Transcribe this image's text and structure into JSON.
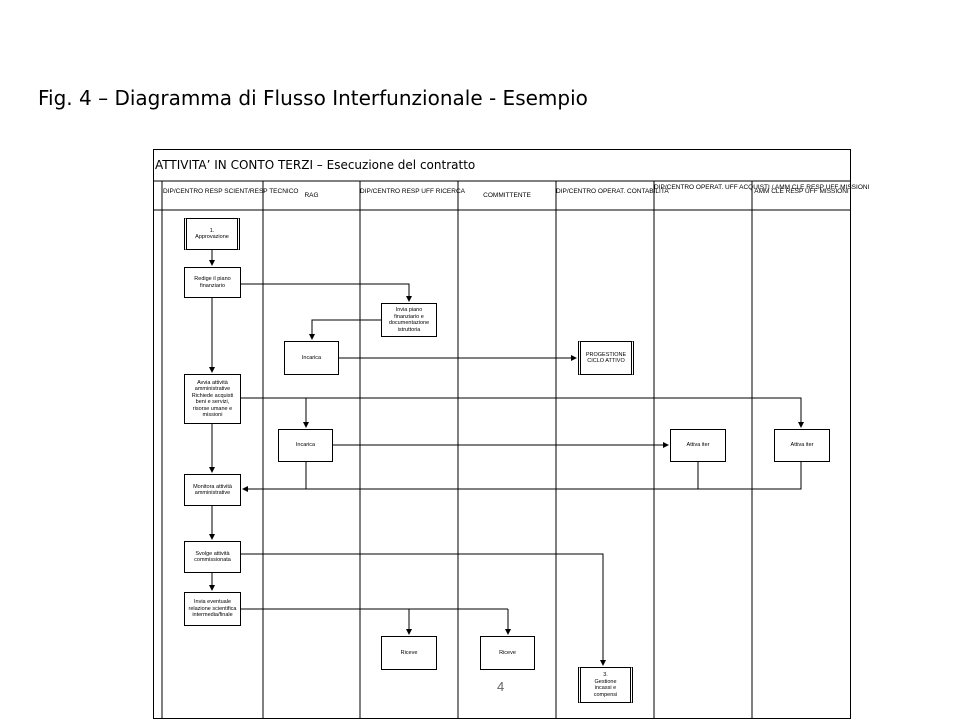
{
  "slide": {
    "title": "Fig. 4 – Diagramma di Flusso Interfunzionale - Esempio",
    "page_number": "4"
  },
  "diagram": {
    "title": "ATTIVITA’ IN CONTO TERZI – Esecuzione del contratto",
    "lanes": [
      "DIP/CENTRO\nRESP SCIENT/RESP TECNICO",
      "RAG",
      "DIP/CENTRO\nRESP UFF RICERCA",
      "COMMITTENTE",
      "DIP/CENTRO\nOPERAT. CONTABILITA’",
      "DIP/CENTRO OPERAT. UFF\nACQUISTI / AMM CLE\nRESP UFF MISSIONI",
      "AMM CLE\nRESP UFF MISSIONI"
    ],
    "nodes": {
      "approvazione": "1.\nApprovazione",
      "redige_piano": "Redige il piano\nfinanziario",
      "invia_piano": "Invia piano\nfinanziario e\ndocumentazione\nistruttoria",
      "incarica_1": "Incarica",
      "progestione": "PROGESTIONE\nCICLO ATTIVO",
      "avvia_attivita": "Avvia attività\namministrative\nRichiede acquisti\nbeni e servizi,\nrisorse umane e\nmissioni",
      "incarica_2": "Incarica",
      "attiva_iter_1": "Attiva iter",
      "attiva_iter_2": "Attiva iter",
      "monitora": "Monitora attività\namministrative",
      "svolge": "Svolge attività\ncommissionata",
      "invia_relazione": "Invia eventuale\nrelazione scientifica\nintermedia/finale",
      "riceve_1": "Riceve",
      "riceve_2": "Riceve",
      "gestione_incassi": "3.\nGestione\nincassi e\ncompensi"
    }
  }
}
